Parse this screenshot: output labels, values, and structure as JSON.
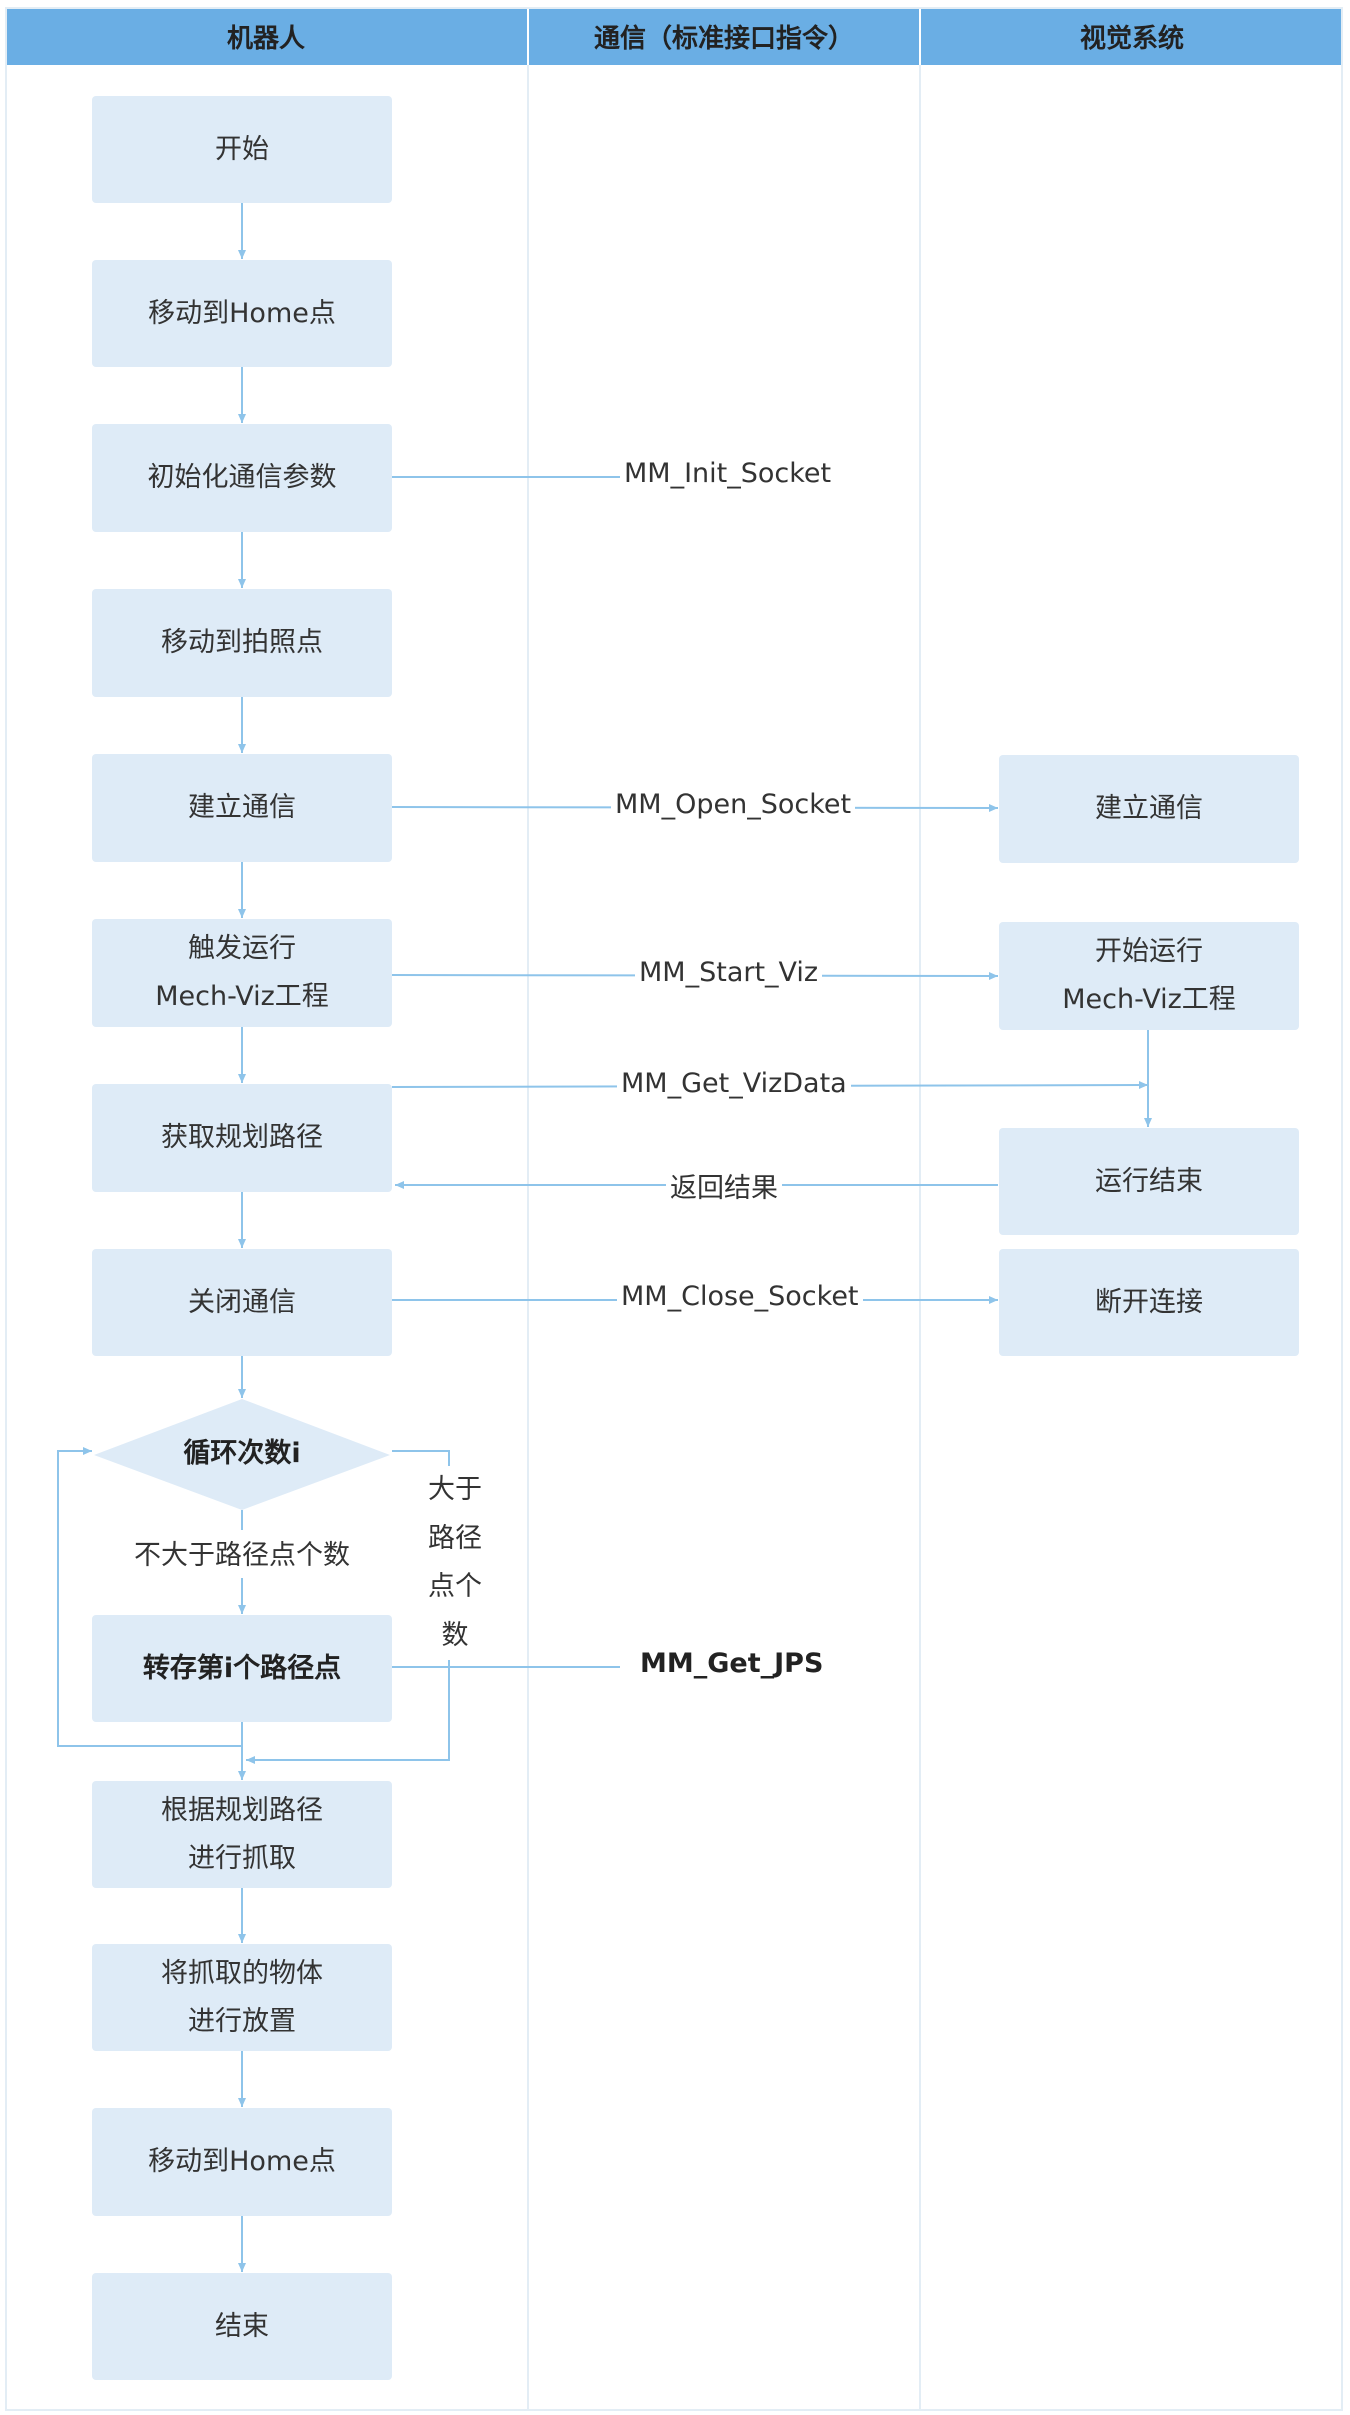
{
  "lanes": {
    "robot": "机器人",
    "comm": "通信（标准接口指令）",
    "vision": "视觉系统"
  },
  "robot_steps": {
    "start": "开始",
    "home1": "移动到Home点",
    "init": "初始化通信参数",
    "photo": "移动到拍照点",
    "open": "建立通信",
    "trigger_l1": "触发运行",
    "trigger_l2": "Mech-Viz工程",
    "get_path": "获取规划路径",
    "close": "关闭通信",
    "loop": "循环次数i",
    "store": "转存第i个路径点",
    "grab_l1": "根据规划路径",
    "grab_l2": "进行抓取",
    "place_l1": "将抓取的物体",
    "place_l2": "进行放置",
    "home2": "移动到Home点",
    "end": "结束"
  },
  "vision_steps": {
    "open": "建立通信",
    "run_l1": "开始运行",
    "run_l2": "Mech-Viz工程",
    "done": "运行结束",
    "disconnect": "断开连接"
  },
  "commands": {
    "init": "MM_Init_Socket",
    "open": "MM_Open_Socket",
    "start": "MM_Start_Viz",
    "get": "MM_Get_VizData",
    "ret": "返回结果",
    "close": "MM_Close_Socket",
    "jps": "MM_Get_JPS"
  },
  "conditions": {
    "not_greater": "不大于路径点个数",
    "greater_l1": "大于",
    "greater_l2": "路径",
    "greater_l3": "点个",
    "greater_l4": "数"
  },
  "colors": {
    "header": "#6aaee4",
    "box": "#deebf7",
    "arrow": "#8ec4ea",
    "lane_border": "#e3edf5"
  }
}
